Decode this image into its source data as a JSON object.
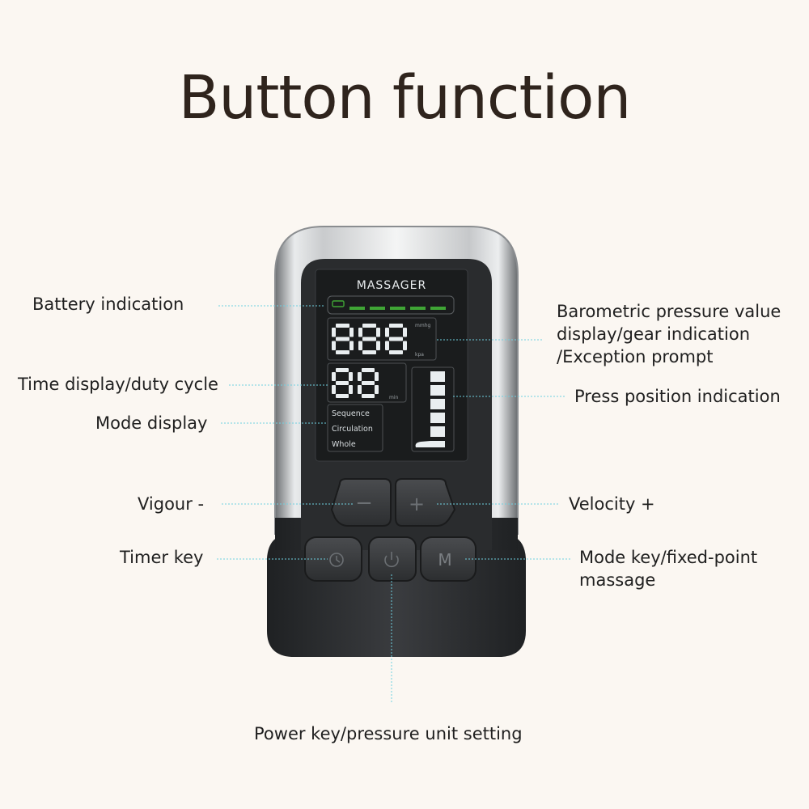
{
  "title": "Button function",
  "device": {
    "brand": "MASSAGER",
    "pressure_digits": "888",
    "time_digits": "88",
    "unit_mmhg": "mmhg",
    "unit_kpa": "kpa",
    "unit_min": "min",
    "modes": [
      "Sequence",
      "Circulation",
      "Whole"
    ],
    "battery_bars": 5,
    "leg_segments": 5,
    "buttons": {
      "minus": "−",
      "plus": "+",
      "mode": "M"
    },
    "colors": {
      "lcd_bg": "#1a1c1d",
      "segment": "#e9eef0",
      "battery": "#3fa535",
      "body": "#2b2d2f",
      "leader": "#6fd0e0"
    }
  },
  "labels": {
    "battery": "Battery indication",
    "time": "Time display/duty cycle",
    "mode_display": "Mode display",
    "vigour": "Vigour -",
    "timer": "Timer key",
    "pressure_1": "Barometric pressure value",
    "pressure_2": "display/gear indication",
    "pressure_3": "/Exception prompt",
    "press_position": "Press position indication",
    "velocity": "Velocity +",
    "mode_key_1": "Mode key/fixed-point",
    "mode_key_2": "massage",
    "power": "Power key/pressure unit setting"
  }
}
